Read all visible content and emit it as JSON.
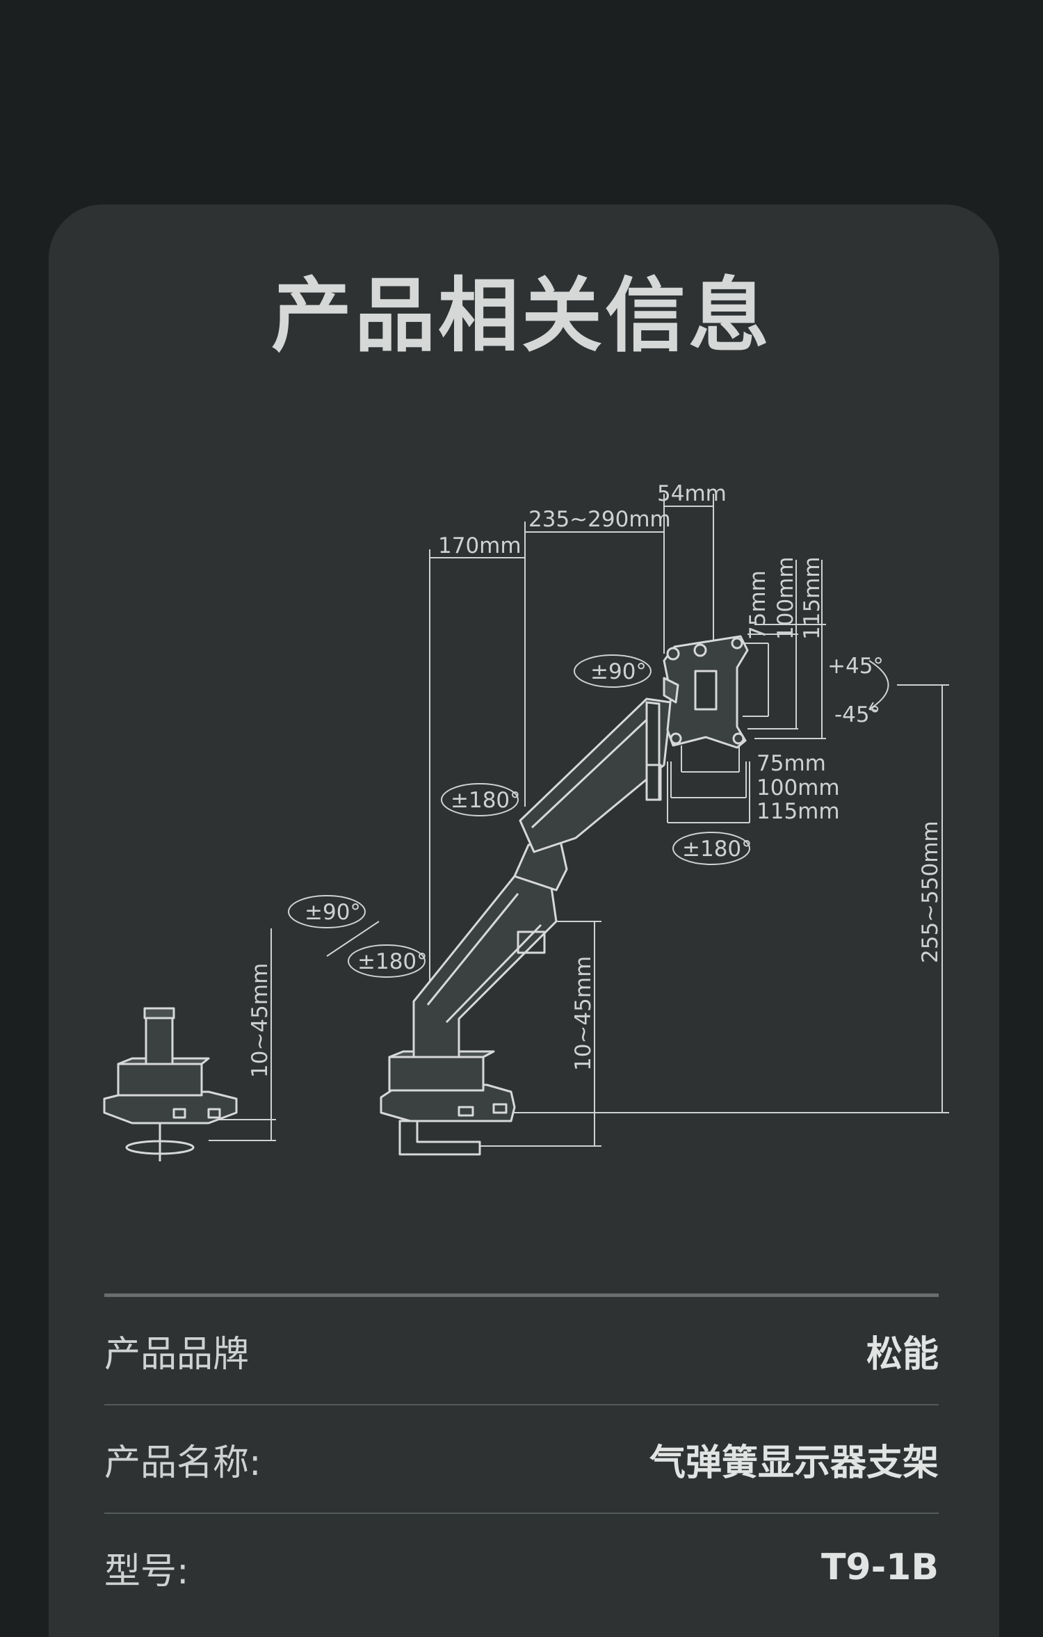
{
  "title": "产品相关信息",
  "diagram": {
    "dims": {
      "d54": "54mm",
      "d235": "235~290mm",
      "d170": "170mm",
      "v75": "75mm",
      "v100": "100mm",
      "v115": "115mm",
      "h75": "75mm",
      "h100": "100mm",
      "h115": "115mm",
      "height": "255~550mm",
      "clamp_left": "10~45mm",
      "clamp_mid": "10~45mm"
    },
    "rotations": {
      "head_swivel": "±90°",
      "arm_rotate": "±180°",
      "base_swivel": "±90°",
      "base_rotate": "±180°",
      "bottom_rotate": "±180°",
      "tilt_up": "+45°",
      "tilt_down": "-45°"
    }
  },
  "info": [
    {
      "label": "产品品牌",
      "value": "松能"
    },
    {
      "label": "产品名称:",
      "value": "气弹簧显示器支架"
    },
    {
      "label": "型号:",
      "value": "T9-1B"
    }
  ],
  "colors": {
    "page_bg": "#1c1f1f",
    "card_bg": "#2e3233",
    "line": "#cfd2d2"
  }
}
